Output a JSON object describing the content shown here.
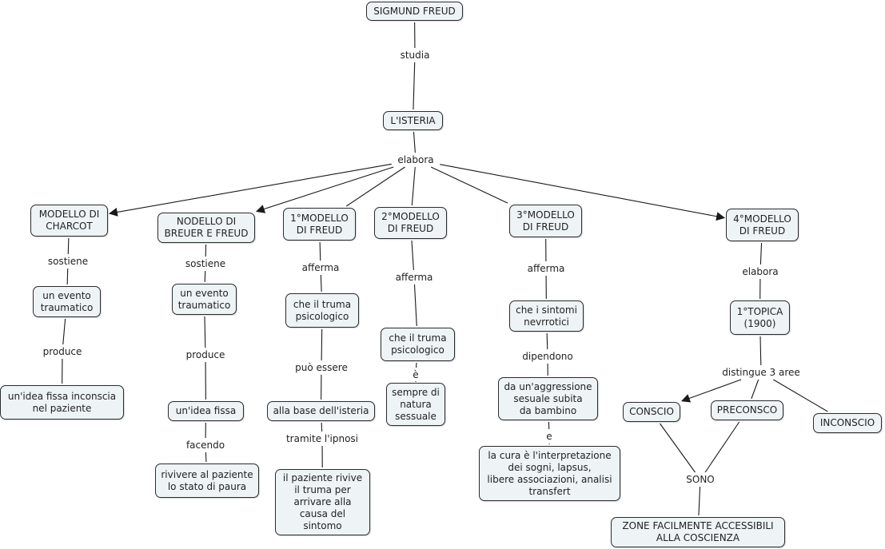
{
  "nodes": {
    "freud": "SIGMUND FREUD",
    "isteria": "L'ISTERIA",
    "charcot": "MODELLO DI\nCHARCOT",
    "breuer": "NODELLO DI\nBREUER E FREUD",
    "m1": "1°MODELLO\nDI FREUD",
    "m2": "2°MODELLO\nDI FREUD",
    "m3": "3°MODELLO\nDI FREUD",
    "m4": "4°MODELLO\nDI FREUD",
    "evento1": "un evento\ntraumatico",
    "evento2": "un evento\ntraumatico",
    "idea1": "un'idea fissa inconscia\nnel paziente",
    "idea2": "un'idea fissa",
    "rivivere": "rivivere al paziente\nlo stato di paura",
    "trauma1": "che il truma\npsicologico",
    "base": "alla base dell'isteria",
    "paziente": "il paziente rivive\nil truma per\narrivare alla\ncausa del\nsintomo",
    "trauma2": "che il truma\npsicologico",
    "sempre": "sempre di\nnatura\nsessuale",
    "sintomi": "che i sintomi\nnevrrotici",
    "aggressione": "da un'aggressione\nsesuale subita\nda bambino",
    "cura": "la cura è l'interpretazione\ndei sogni, lapsus,\nlibere associazioni, analisi\ntransfert",
    "topica": "1°TOPICA\n(1900)",
    "conscio": "CONSCIO",
    "preconsco": "PRECONSCO",
    "inconscio": "INCONSCIO",
    "zone": "ZONE FACILMENTE ACCESSIBILI\nALLA COSCIENZA"
  },
  "links": {
    "studia": "studia",
    "elabora": "elabora",
    "sostiene1": "sostiene",
    "produce1": "produce",
    "sostiene2": "sostiene",
    "produce2": "produce",
    "facendo": "facendo",
    "afferma1": "afferma",
    "puo": "può essere",
    "tramite": "tramite l'ipnosi",
    "afferma2": "afferma",
    "e_accent": "è",
    "afferma3": "afferma",
    "dipendono": "dipendono",
    "e_conj": "e",
    "elabora4": "elabora",
    "distingue": "distingue 3 aree",
    "sono": "SONO"
  },
  "connections": [
    {
      "from": "freud",
      "via": "studia",
      "to": [
        "isteria"
      ]
    },
    {
      "from": "isteria",
      "via": "elabora",
      "to": [
        "charcot",
        "breuer",
        "m1",
        "m2",
        "m3",
        "m4"
      ],
      "arrows": [
        "charcot",
        "breuer",
        "m4"
      ]
    },
    {
      "from": "charcot",
      "via": "sostiene1",
      "to": [
        "evento1"
      ]
    },
    {
      "from": "evento1",
      "via": "produce1",
      "to": [
        "idea1"
      ]
    },
    {
      "from": "breuer",
      "via": "sostiene2",
      "to": [
        "evento2"
      ]
    },
    {
      "from": "evento2",
      "via": "produce2",
      "to": [
        "idea2"
      ]
    },
    {
      "from": "idea2",
      "via": "facendo",
      "to": [
        "rivivere"
      ]
    },
    {
      "from": "m1",
      "via": "afferma1",
      "to": [
        "trauma1"
      ]
    },
    {
      "from": "trauma1",
      "via": "puo",
      "to": [
        "base"
      ]
    },
    {
      "from": "base",
      "via": "tramite",
      "to": [
        "paziente"
      ]
    },
    {
      "from": "m2",
      "via": "afferma2",
      "to": [
        "trauma2"
      ]
    },
    {
      "from": "trauma2",
      "via": "e_accent",
      "to": [
        "sempre"
      ]
    },
    {
      "from": "m3",
      "via": "afferma3",
      "to": [
        "sintomi"
      ]
    },
    {
      "from": "sintomi",
      "via": "dipendono",
      "to": [
        "aggressione"
      ]
    },
    {
      "from": "aggressione",
      "via": "e_conj",
      "to": [
        "cura"
      ]
    },
    {
      "from": "m4",
      "via": "elabora4",
      "to": [
        "topica"
      ]
    },
    {
      "from": "topica",
      "via": "distingue",
      "to": [
        "conscio",
        "preconsco",
        "inconscio"
      ],
      "arrows": [
        "conscio"
      ]
    },
    {
      "from": [
        "conscio",
        "preconsco"
      ],
      "via": "sono",
      "to": [
        "zone"
      ]
    }
  ],
  "colors": {
    "node_fill": "#eef3f5",
    "node_border": "#2b2b2b",
    "line": "#1a1a1a"
  }
}
